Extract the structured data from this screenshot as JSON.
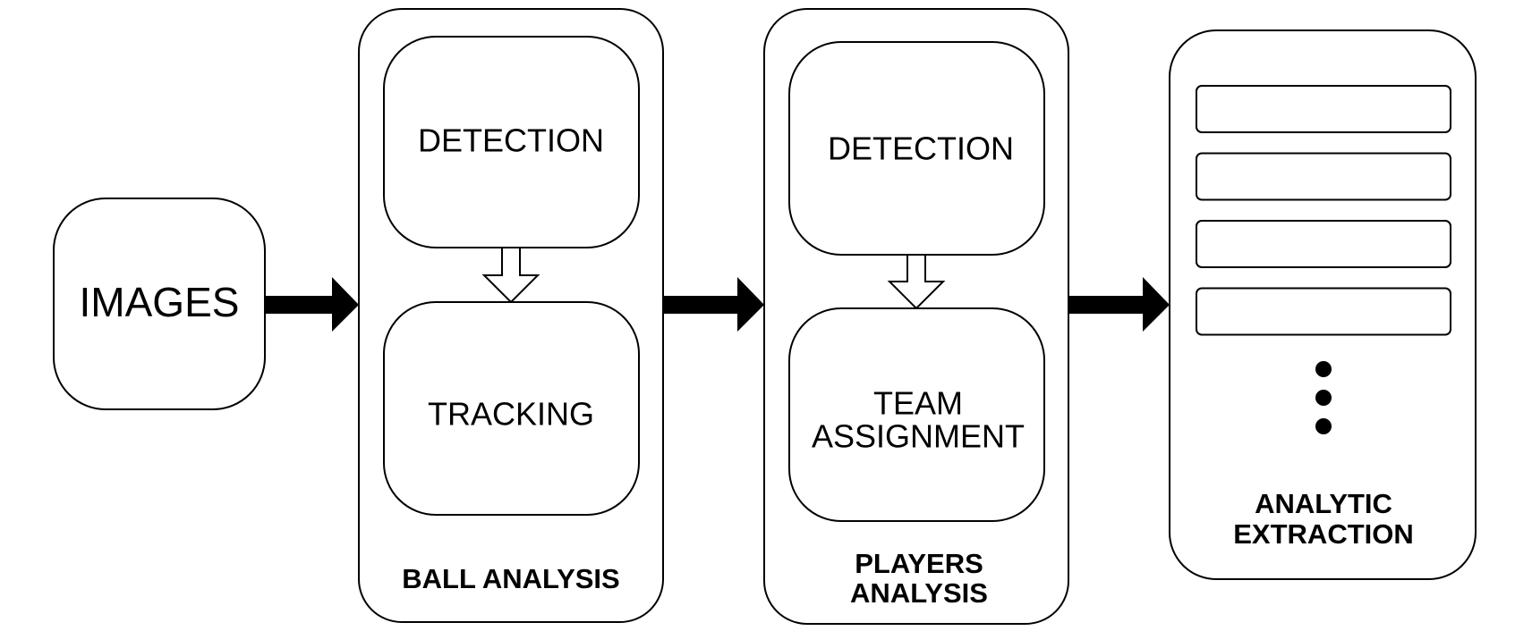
{
  "diagram": {
    "images": {
      "label": "IMAGES"
    },
    "ball": {
      "title": "BALL ANALYSIS",
      "steps": [
        "DETECTION",
        "TRACKING"
      ]
    },
    "players": {
      "title_lines": [
        "PLAYERS",
        "ANALYSIS"
      ],
      "step1": "DETECTION",
      "step2_lines": [
        "TEAM",
        "ASSIGNMENT"
      ]
    },
    "analytic": {
      "title_lines": [
        "ANALYTIC",
        "EXTRACTION"
      ],
      "slot_count": 4,
      "has_ellipsis": true
    }
  }
}
